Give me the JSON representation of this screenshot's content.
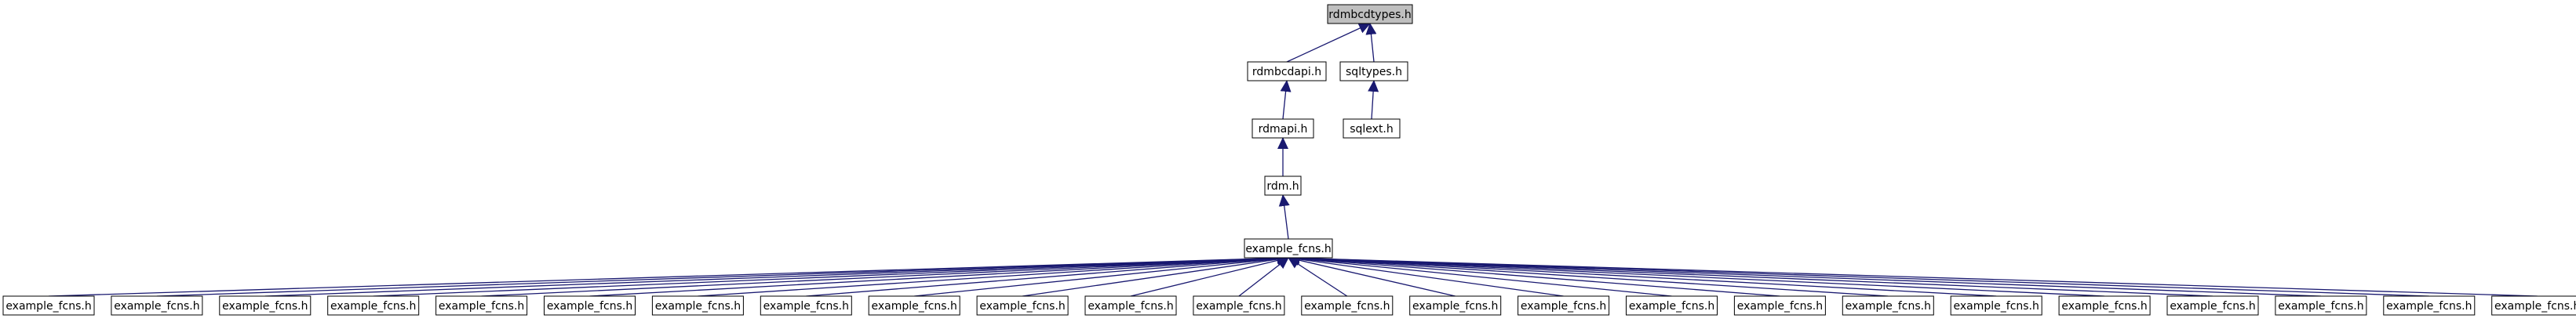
{
  "diagram": {
    "colors": {
      "background": "#ffffff",
      "box_border": "#000000",
      "box_fill": "#ffffff",
      "highlight_fill": "#bfbfbf",
      "edge": "#191970"
    },
    "nodes": [
      {
        "id": "rdmbcdtypes",
        "label": "rdmbcdtypes.h",
        "highlight": true
      },
      {
        "id": "rdmbcdapi",
        "label": "rdmbcdapi.h"
      },
      {
        "id": "sqltypes",
        "label": "sqltypes.h"
      },
      {
        "id": "rdmapi",
        "label": "rdmapi.h"
      },
      {
        "id": "sqlext",
        "label": "sqlext.h"
      },
      {
        "id": "rdm",
        "label": "rdm.h"
      },
      {
        "id": "example_fcns_hub",
        "label": "example_fcns.h"
      },
      {
        "id": "leaf_1",
        "label": "example_fcns.h"
      },
      {
        "id": "leaf_2",
        "label": "example_fcns.h"
      },
      {
        "id": "leaf_3",
        "label": "example_fcns.h"
      },
      {
        "id": "leaf_4",
        "label": "example_fcns.h"
      },
      {
        "id": "leaf_5",
        "label": "example_fcns.h"
      },
      {
        "id": "leaf_6",
        "label": "example_fcns.h"
      },
      {
        "id": "leaf_7",
        "label": "example_fcns.h"
      },
      {
        "id": "leaf_8",
        "label": "example_fcns.h"
      },
      {
        "id": "leaf_9",
        "label": "example_fcns.h"
      },
      {
        "id": "leaf_10",
        "label": "example_fcns.h"
      },
      {
        "id": "leaf_11",
        "label": "example_fcns.h"
      },
      {
        "id": "leaf_12",
        "label": "example_fcns.h"
      },
      {
        "id": "leaf_13",
        "label": "example_fcns.h"
      },
      {
        "id": "leaf_14",
        "label": "example_fcns.h"
      },
      {
        "id": "leaf_15",
        "label": "example_fcns.h"
      },
      {
        "id": "leaf_16",
        "label": "example_fcns.h"
      },
      {
        "id": "leaf_17",
        "label": "example_fcns.h"
      },
      {
        "id": "leaf_18",
        "label": "example_fcns.h"
      },
      {
        "id": "leaf_19",
        "label": "example_fcns.h"
      },
      {
        "id": "leaf_20",
        "label": "example_fcns.h"
      },
      {
        "id": "leaf_21",
        "label": "example_fcns.h"
      },
      {
        "id": "leaf_22",
        "label": "example_fcns.h"
      },
      {
        "id": "leaf_23",
        "label": "example_fcns.h"
      },
      {
        "id": "leaf_24",
        "label": "example_fcns.h"
      }
    ],
    "edges": [
      {
        "from": "rdmbcdapi",
        "to": "rdmbcdtypes"
      },
      {
        "from": "sqltypes",
        "to": "rdmbcdtypes"
      },
      {
        "from": "rdmapi",
        "to": "rdmbcdapi"
      },
      {
        "from": "sqlext",
        "to": "sqltypes"
      },
      {
        "from": "rdm",
        "to": "rdmapi"
      },
      {
        "from": "example_fcns_hub",
        "to": "rdm"
      },
      {
        "from": "leaf_1",
        "to": "example_fcns_hub"
      },
      {
        "from": "leaf_2",
        "to": "example_fcns_hub"
      },
      {
        "from": "leaf_3",
        "to": "example_fcns_hub"
      },
      {
        "from": "leaf_4",
        "to": "example_fcns_hub"
      },
      {
        "from": "leaf_5",
        "to": "example_fcns_hub"
      },
      {
        "from": "leaf_6",
        "to": "example_fcns_hub"
      },
      {
        "from": "leaf_7",
        "to": "example_fcns_hub"
      },
      {
        "from": "leaf_8",
        "to": "example_fcns_hub"
      },
      {
        "from": "leaf_9",
        "to": "example_fcns_hub"
      },
      {
        "from": "leaf_10",
        "to": "example_fcns_hub"
      },
      {
        "from": "leaf_11",
        "to": "example_fcns_hub"
      },
      {
        "from": "leaf_12",
        "to": "example_fcns_hub"
      },
      {
        "from": "leaf_13",
        "to": "example_fcns_hub"
      },
      {
        "from": "leaf_14",
        "to": "example_fcns_hub"
      },
      {
        "from": "leaf_15",
        "to": "example_fcns_hub"
      },
      {
        "from": "leaf_16",
        "to": "example_fcns_hub"
      },
      {
        "from": "leaf_17",
        "to": "example_fcns_hub"
      },
      {
        "from": "leaf_18",
        "to": "example_fcns_hub"
      },
      {
        "from": "leaf_19",
        "to": "example_fcns_hub"
      },
      {
        "from": "leaf_20",
        "to": "example_fcns_hub"
      },
      {
        "from": "leaf_21",
        "to": "example_fcns_hub"
      },
      {
        "from": "leaf_22",
        "to": "example_fcns_hub"
      },
      {
        "from": "leaf_23",
        "to": "example_fcns_hub"
      },
      {
        "from": "leaf_24",
        "to": "example_fcns_hub"
      }
    ]
  }
}
